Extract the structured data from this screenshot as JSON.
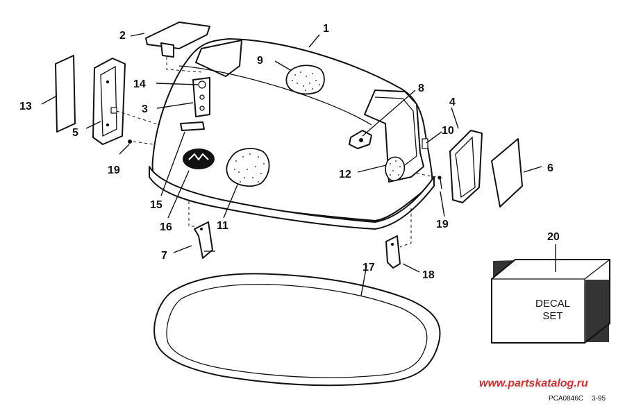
{
  "callouts": {
    "c1": "1",
    "c2": "2",
    "c3": "3",
    "c4": "4",
    "c5": "5",
    "c6": "6",
    "c7": "7",
    "c8": "8",
    "c9": "9",
    "c10": "10",
    "c11": "11",
    "c12": "12",
    "c13": "13",
    "c14": "14",
    "c15": "15",
    "c16": "16",
    "c17": "17",
    "c18": "18",
    "c19a": "19",
    "c19b": "19",
    "c20": "20"
  },
  "decal_box": {
    "line1": "DECAL",
    "line2": "SET"
  },
  "drawing_code": "PCA0846C",
  "drawing_date": "3-95",
  "watermark": "www.partskatalog.ru"
}
